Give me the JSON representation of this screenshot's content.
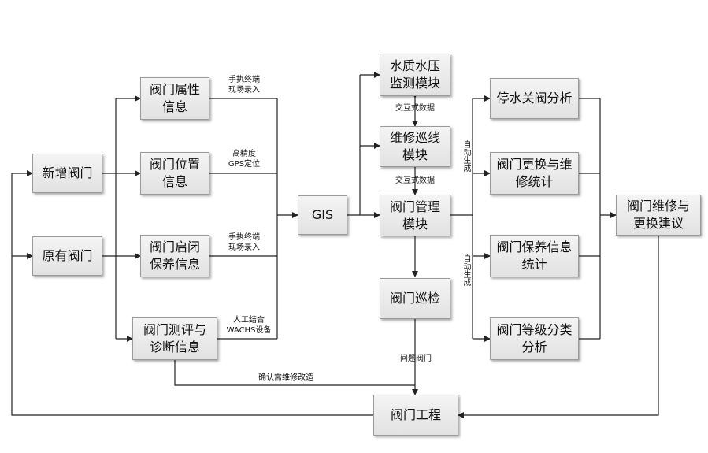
{
  "nodes": {
    "new_valve": "新增阀门",
    "existing_valve": "原有阀门",
    "attr_info": "阀门属性\n信息",
    "pos_info": "阀门位置\n信息",
    "maint_info": "阀门启闭\n保养信息",
    "diag_info": "阀门测评与\n诊断信息",
    "gis": "GIS",
    "water_quality": "水质水压\n监测模块",
    "patrol_line": "维修巡线\n模块",
    "valve_mgmt": "阀门管理\n模块",
    "valve_inspect": "阀门巡检",
    "shutdown_analysis": "停水关阀分析",
    "replace_stats": "阀门更换与维\n修统计",
    "maint_stats": "阀门保养信息\n统计",
    "grade_analysis": "阀门等级分类\n分析",
    "suggestion": "阀门维修与\n更换建议",
    "valve_project": "阀门工程"
  },
  "edge_labels": {
    "handheld_1": "手执终端\n现场录入",
    "gps": "高精度\nGPS定位",
    "handheld_2": "手执终端\n现场录入",
    "wachs": "人工结合\nWACHS设备",
    "interactive_1": "交互式数据",
    "interactive_2": "交互式数据",
    "auto_1": "自动生成",
    "auto_2": "自动生成",
    "problem_valve": "问题阀门",
    "confirm_repair": "确认需维修改造"
  }
}
